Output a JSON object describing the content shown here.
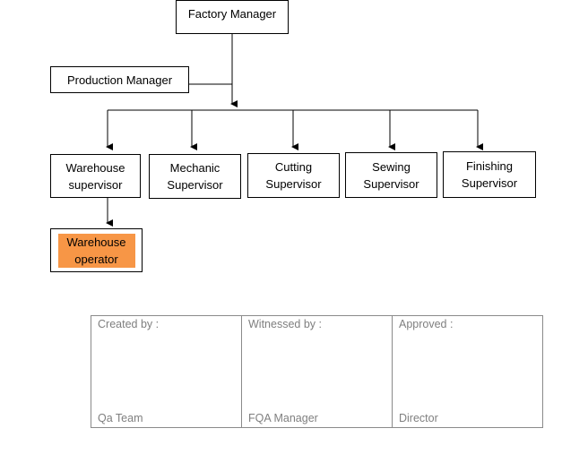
{
  "org_chart": {
    "factory_manager": "Factory Manager",
    "production_manager": "Production Manager",
    "supervisors": [
      "Warehouse\nsupervisor",
      "Mechanic\nSupervisor",
      "Cutting\nSupervisor",
      "Sewing\nSupervisor",
      "Finishing\nSupervisor"
    ],
    "warehouse_operator": "Warehouse\noperator",
    "operator_highlight_color": "#f79646"
  },
  "signoff": {
    "created_by_label": "Created by :",
    "created_by_value": "Qa Team",
    "witnessed_by_label": "Witnessed by :",
    "witnessed_by_value": "FQA Manager",
    "approved_label": "Approved :",
    "approved_value": "Director"
  }
}
